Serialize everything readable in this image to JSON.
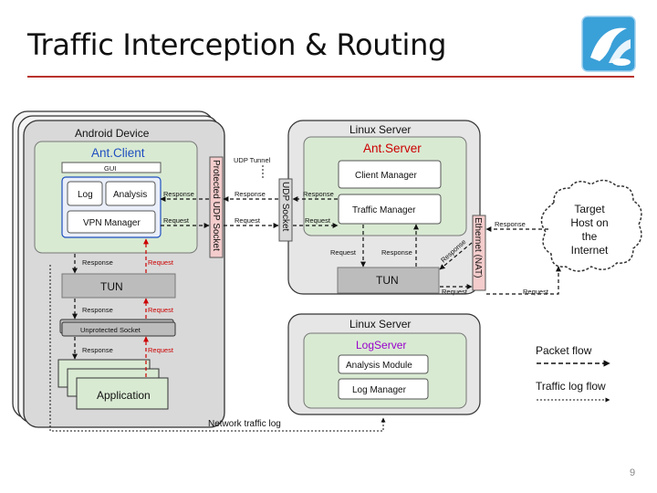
{
  "slide": {
    "title": "Traffic Interception & Routing",
    "page_number": "9"
  },
  "diagram": {
    "android_device": {
      "title": "Android Device",
      "antclient": {
        "title": "Ant.Client",
        "gui": "GUI",
        "log": "Log",
        "analysis": "Analysis",
        "vpn_manager": "VPN Manager"
      },
      "tun": "TUN",
      "unprotected_socket": "Unprotected Socket",
      "application": "Application"
    },
    "protected_udp_socket": "Protected UDP Socket",
    "udp_tunnel": "UDP Tunnel",
    "udp_socket": "UDP Socket",
    "linux_server_top": {
      "title": "Linux Server",
      "antserver": {
        "title": "Ant.Server",
        "client_manager": "Client Manager",
        "traffic_manager": "Traffic Manager"
      },
      "tun": "TUN"
    },
    "ethernet_nat": "Ethernet (NAT)",
    "target_host": [
      "Target",
      "Host on",
      "the",
      "Internet"
    ],
    "linux_server_bottom": {
      "title": "Linux Server",
      "logserver": {
        "title": "LogServer",
        "analysis_module": "Analysis Module",
        "log_manager": "Log Manager"
      }
    },
    "legend": {
      "packet_flow": "Packet flow",
      "traffic_log_flow": "Traffic log flow"
    },
    "network_traffic_log": "Network traffic log",
    "labels": {
      "response": "Response",
      "request": "Request"
    },
    "colors": {
      "device_gray": "#d9d9d9",
      "server_gray": "#e6e6e6",
      "app_green": "#d9ead3",
      "box_gray": "#bcbcbc",
      "socket_pink": "#f4cccc",
      "request_red": "#cc0000",
      "antclient_blue": "#1f4fbf",
      "antserver_red": "#cc0000",
      "logserver_purple": "#9900cc"
    }
  }
}
